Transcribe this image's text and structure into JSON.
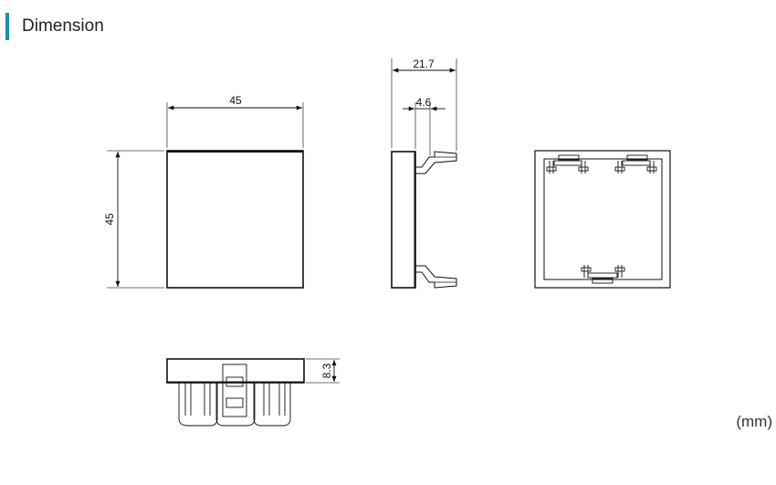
{
  "header": {
    "title": "Dimension",
    "accent_color": "#1b8fa8"
  },
  "dimensions": {
    "front_width": "45",
    "front_height": "45",
    "side_depth": "21.7",
    "side_clip": "4.6",
    "bottom_height": "8.3"
  },
  "unit_label": "(mm)"
}
